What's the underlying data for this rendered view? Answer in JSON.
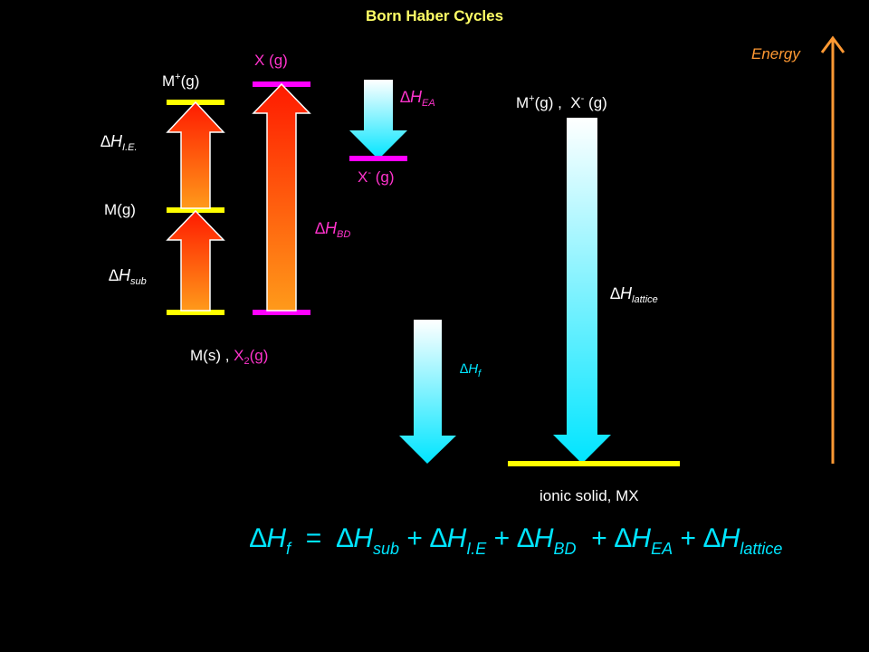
{
  "title": "Born Haber Cycles",
  "energy_axis": {
    "label": "Energy"
  },
  "levels": {
    "m_plus_g": "M",
    "m_plus_g_charge": "+",
    "m_plus_g_state": "(g)",
    "m_g": "M(g)",
    "m_s": "M(s) ,",
    "x2_prefix": "X",
    "x2_subscript": "2",
    "x2_state": "(g)",
    "x_g": "X (g)",
    "x_minus": "X",
    "x_minus_charge": "-",
    "x_minus_state": " (g)",
    "gas_ions_m": "M",
    "gas_ions_m_charge": "+",
    "gas_ions_m_state": "(g) ,",
    "gas_ions_x": "X",
    "gas_ions_x_charge": "-",
    "gas_ions_x_state": " (g)",
    "ionic_solid": "ionic solid, MX"
  },
  "enthalpies": {
    "delta_symbol": "∆",
    "H": "H",
    "ie_sub": "I.E.",
    "sub_sub": "sub",
    "bd_sub": "BD",
    "ea_sub": "EA",
    "f_sub": "f",
    "lattice_sub": "lattice"
  },
  "equation": {
    "lhs_sub": "f",
    "equals": "=",
    "plus": "+",
    "t1_sub": "sub",
    "t2_sub": "I.E",
    "t3_sub": "BD",
    "t4_sub": "EA",
    "t5_sub": "lattice"
  },
  "colors": {
    "background": "#000000",
    "title": "#ffff66",
    "metal_level": "#ffff00",
    "halogen_level": "#ff00ff",
    "halogen_text": "#ff33cc",
    "cyan": "#00e5ff",
    "energy_axis": "#ff9933",
    "up_arrow_top": "#ff0000",
    "up_arrow_bottom": "#ff9900"
  }
}
